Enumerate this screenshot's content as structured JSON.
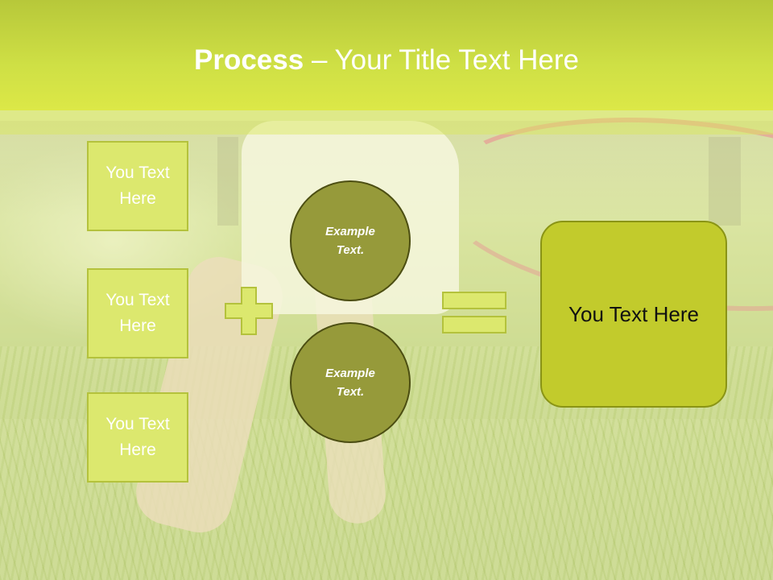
{
  "slide": {
    "title_bold": "Process",
    "title_sep": " – ",
    "title_rest": "Your Title Text Here",
    "left_boxes": [
      {
        "label": "You Text Here"
      },
      {
        "label": "You Text Here"
      },
      {
        "label": "You Text Here"
      }
    ],
    "circles": [
      {
        "label": "Example Text."
      },
      {
        "label": "Example Text."
      }
    ],
    "result_label": "You Text Here",
    "operators": {
      "plus": "plus-icon",
      "equals": "equals-icon"
    }
  },
  "colors": {
    "header": "#cfe045",
    "box_fill": "#dce86e",
    "circle_fill": "#969a3a",
    "result_fill": "#c2cb2c"
  }
}
